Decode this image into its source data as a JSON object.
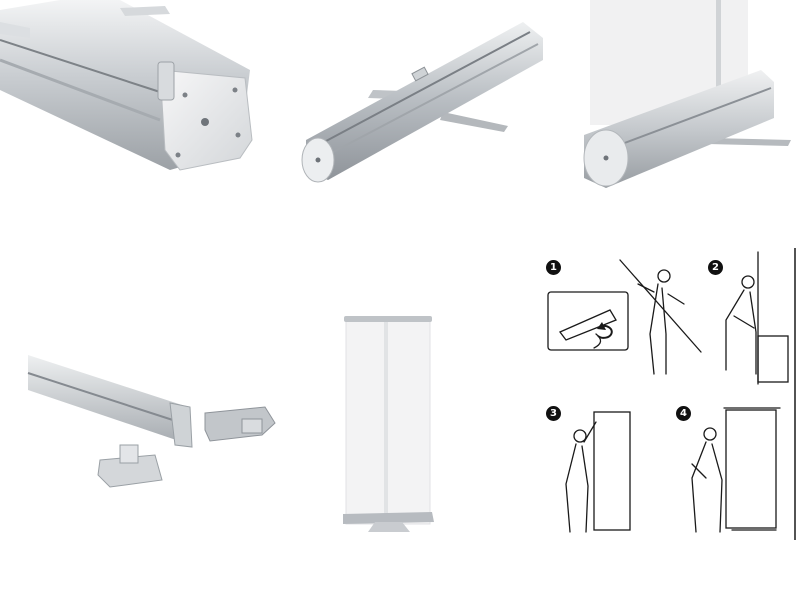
{
  "instructions": {
    "steps": [
      {
        "number": "1"
      },
      {
        "number": "2"
      },
      {
        "number": "3"
      },
      {
        "number": "4"
      }
    ]
  },
  "colors": {
    "aluminum_light": "#e4e6e8",
    "aluminum_mid": "#c3c7cb",
    "aluminum_dark": "#8e9297",
    "banner_white": "#f4f4f4",
    "line_art": "#1a1a1a"
  },
  "icons": [
    "rotation-arrow-icon"
  ]
}
